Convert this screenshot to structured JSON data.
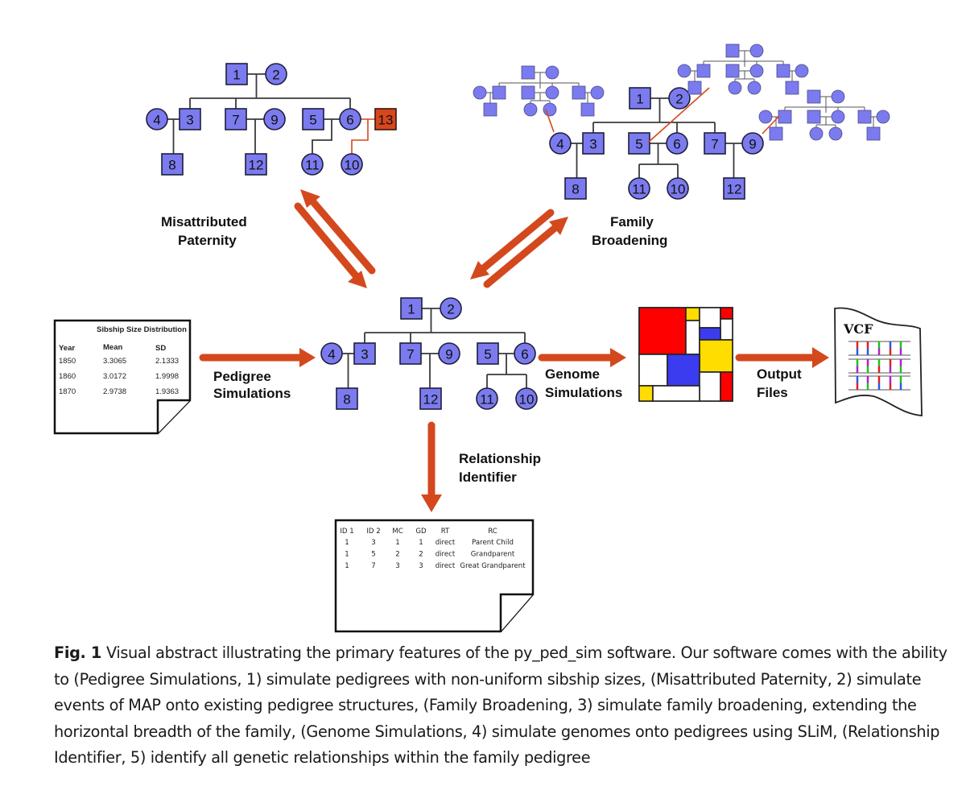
{
  "labels": {
    "misattributed_paternity": [
      "Misattributed",
      "Paternity"
    ],
    "family_broadening": [
      "Family",
      "Broadening"
    ],
    "pedigree_simulations": [
      "Pedigree",
      "Simulations"
    ],
    "genome_simulations": [
      "Genome",
      "Simulations"
    ],
    "output_files": [
      "Output",
      "Files"
    ],
    "relationship_identifier": [
      "Relationship",
      "Identifier"
    ]
  },
  "colors": {
    "node_fill": "#7b7bef",
    "map_node_fill": "#d8461c",
    "arrow": "#d4481e",
    "mondrian_red": "#ff0000",
    "mondrian_yellow": "#ffdd00",
    "mondrian_blue": "#3b3bf0"
  },
  "pedigree_nodes": [
    {
      "id": "1",
      "sex": "male"
    },
    {
      "id": "2",
      "sex": "female"
    },
    {
      "id": "3",
      "sex": "male"
    },
    {
      "id": "4",
      "sex": "female"
    },
    {
      "id": "5",
      "sex": "male"
    },
    {
      "id": "6",
      "sex": "female"
    },
    {
      "id": "7",
      "sex": "male"
    },
    {
      "id": "8",
      "sex": "male"
    },
    {
      "id": "9",
      "sex": "female"
    },
    {
      "id": "10",
      "sex": "female"
    },
    {
      "id": "11",
      "sex": "female"
    },
    {
      "id": "12",
      "sex": "male"
    }
  ],
  "map_extra_node": {
    "id": "13",
    "sex": "male"
  },
  "sibship_doc": {
    "title": "Sibship Size Distribution",
    "headers": [
      "Year",
      "Mean",
      "SD"
    ],
    "rows": [
      [
        "1850",
        "3.3065",
        "2.1333"
      ],
      [
        "1860",
        "3.0172",
        "1.9998"
      ],
      [
        "1870",
        "2.9738",
        "1.9363"
      ]
    ]
  },
  "relationship_doc": {
    "headers": [
      "ID 1",
      "ID 2",
      "MC",
      "GD",
      "RT",
      "RC"
    ],
    "rows": [
      [
        "1",
        "3",
        "1",
        "1",
        "direct",
        "Parent Child"
      ],
      [
        "1",
        "5",
        "2",
        "2",
        "direct",
        "Grandparent"
      ],
      [
        "1",
        "7",
        "3",
        "3",
        "direct",
        "Great Grandparent"
      ]
    ]
  },
  "vcf": {
    "title": "VCF"
  },
  "caption": {
    "fig_label": "Fig. 1",
    "text": "Visual abstract illustrating the primary features of the py_ped_sim software. Our software comes with the ability to (Pedigree Simulations, 1) simulate pedigrees with non-uniform sibship sizes, (Misattributed Paternity, 2) simulate events of MAP onto existing pedigree structures, (Family Broadening, 3) simulate family broadening, extending the horizontal breadth of the family, (Genome Simulations, 4) simulate genomes onto pedigrees using SLiM, (Relationship Identifier, 5) identify all genetic relationships within the family pedigree"
  }
}
